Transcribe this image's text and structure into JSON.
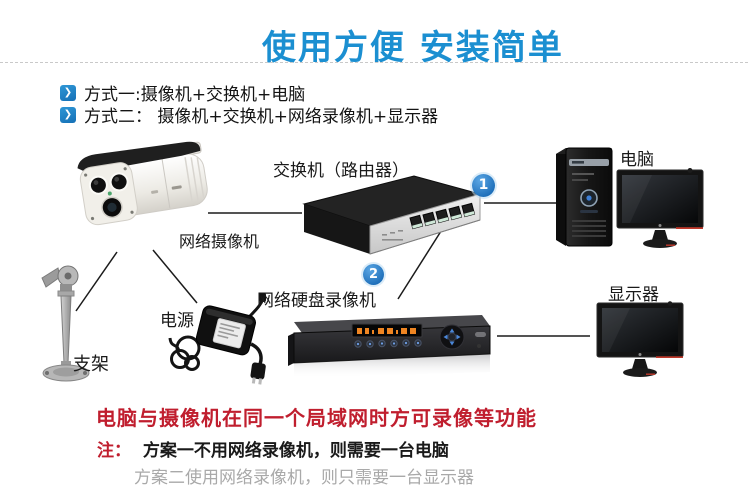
{
  "header": {
    "title": "使用方便 安装简单",
    "title_color": "#1b8fd1"
  },
  "methods": {
    "bullet_glyph": "❯",
    "items": [
      {
        "label": "方式一:摄像机+交换机+电脑"
      },
      {
        "label": "方式二： 摄像机+交换机+网络录像机+显示器"
      }
    ]
  },
  "diagram": {
    "camera_label": "网络摄像机",
    "switch_label": "交换机（路由器）",
    "pc_label": "电脑",
    "bracket_label": "支架",
    "power_label": "电源",
    "nvr_label": "网络硬盘录像机",
    "monitor_label": "显示器",
    "badge_1": "1",
    "badge_2": "2",
    "badge_color": "#1e78c8"
  },
  "footer": {
    "headline": "电脑与摄像机在同一个局域网时方可录像等功能",
    "headline_color": "#c01e2e",
    "note_prefix": "注：",
    "note_line1": "方案一不用网络录像机，则需要一台电脑",
    "note_line2": "方案二使用网络录像机，则只需要一台显示器",
    "note2_color": "#a9a9a9"
  }
}
